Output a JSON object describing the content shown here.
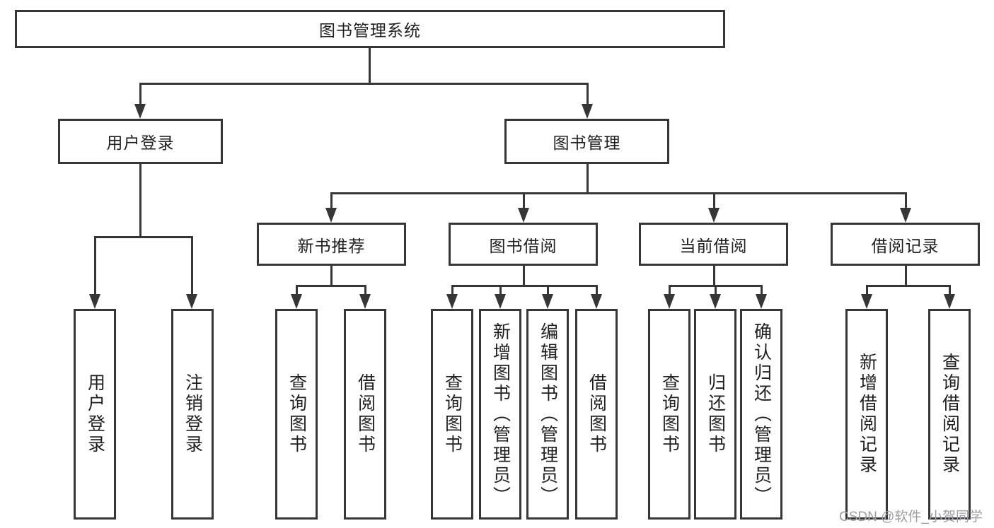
{
  "tree": {
    "root": "图书管理系统",
    "children": [
      {
        "label": "用户登录",
        "children": [
          {
            "label": "用户登录"
          },
          {
            "label": "注销登录"
          }
        ]
      },
      {
        "label": "图书管理",
        "children": [
          {
            "label": "新书推荐",
            "children": [
              {
                "label": "查询图书"
              },
              {
                "label": "借阅图书"
              }
            ]
          },
          {
            "label": "图书借阅",
            "children": [
              {
                "label": "查询图书"
              },
              {
                "label": "新增图书（管理员）"
              },
              {
                "label": "编辑图书（管理员）"
              },
              {
                "label": "借阅图书"
              }
            ]
          },
          {
            "label": "当前借阅",
            "children": [
              {
                "label": "查询图书"
              },
              {
                "label": "归还图书"
              },
              {
                "label": "确认归还（管理员）"
              }
            ]
          },
          {
            "label": "借阅记录",
            "children": [
              {
                "label": "新增借阅记录"
              },
              {
                "label": "查询借阅记录"
              }
            ]
          }
        ]
      }
    ]
  },
  "watermark": {
    "text": "CSDN @软件_小贺同学"
  },
  "colors": {
    "line": "#363636",
    "text": "#1f1f1f",
    "watermark": "#9e9ea2",
    "background": "#ffffff"
  }
}
